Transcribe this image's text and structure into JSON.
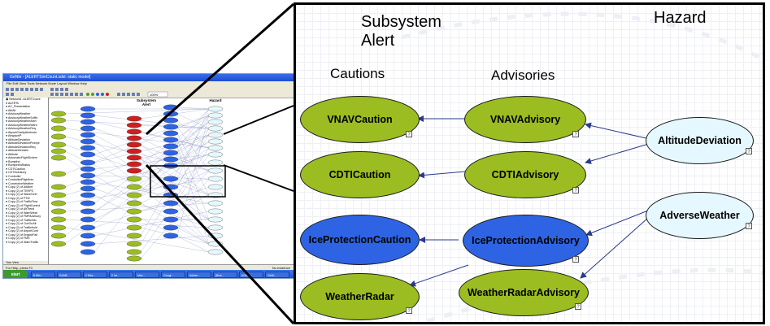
{
  "window": {
    "title": "GeNIe - [ALERTSimCount.xdsl: static model]",
    "menu": "File  Edit  View  Tools  Network  Node  Layout  Window  Help",
    "zoom_value": "100%"
  },
  "tree": {
    "items": [
      "Network1: ALERTCount",
      "ALERTs",
      "AC_Presentation",
      "Alt/Alt",
      "AdvisoryWeather",
      "AdvisoryWeatherSuffix",
      "AdvisoryWeatherAlert",
      "AdvisoryWeatherWarn",
      "AdvisoryWeatherReq",
      "AirportClarityAlertnote",
      "AirspaceP",
      "AltitudeDeviation",
      "AltitudeDeviationPrompt",
      "AltitudeDeviationReq",
      "AltitudeDeviatio",
      "Altitude",
      "AutomaticFlightSchem",
      "Bumpthd",
      "BumpInfraStatus",
      "CDTICaution",
      "CDTIAdvisory",
      "Controller",
      "ControlledFlightInto",
      "ConvectiveWeather",
      "Copy (2) of AltAlert",
      "Copy (2) of TERPS",
      "Copy (2) of WaveOver",
      "Copy (2) of PTM",
      "Copy (2) of TrafficFlow",
      "Copy (2) of FlightControl",
      "Copy (2) of AltTrend",
      "Copy (2) of WarnWeat",
      "Copy (2) of FMPAdvisory",
      "Copy (2) of TrafficInfo",
      "Copy (2) of ConOnAlt",
      "Copy (2) of TrafficHold",
      "Copy (2) of AirportCont",
      "Copy (2) of EngineFail",
      "Copy (2) of FMS",
      "Copy (2) of WarnTraffic"
    ],
    "bottom_tab": "Tree View"
  },
  "canvas": {
    "subsystem_label": "Subsystem\nAlert",
    "hazard_label": "Hazard"
  },
  "status_bar": {
    "help": "For Help, press F1",
    "doc": "No evidence"
  },
  "taskbar": {
    "start_label": "start",
    "tasks": [
      "8 Win...",
      "EAAB...",
      "2 Micr...",
      "2 Int...",
      "Mac...",
      "Googl...",
      "Adobe...",
      "[Bick...",
      "AGNG...",
      "GeNI..."
    ]
  },
  "zoom": {
    "header_subsystem": "Subsystem\nAlert",
    "header_hazard": "Hazard",
    "col_cautions": "Cautions",
    "col_advisories": "Advisories",
    "qmark": "?",
    "nodes": {
      "vnav_caution": "VNAVCaution",
      "vnav_advisory": "VNAVAdvisory",
      "altitude_deviation": "AltitudeDeviation",
      "cdti_caution": "CDTICaution",
      "cdti_advisory": "CDTIAdvisory",
      "adverse_weather": "AdverseWeather",
      "ice_caution": "IceProtectionCaution",
      "ice_advisory": "IceProtectionAdvisory",
      "weather_radar": "WeatherRadar",
      "weather_radar_advisory": "WeatherRadarAdvisory"
    },
    "colors": {
      "caution_green": "#9bbd22",
      "ice_blue": "#2e64e3",
      "hazard_light": "#e5f8ff",
      "arrow": "#2b3a8c"
    }
  }
}
